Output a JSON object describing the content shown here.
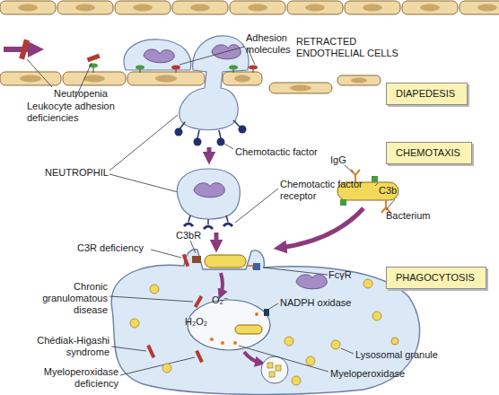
{
  "diagram": {
    "nodes": [
      {
        "text": [
          "DIAPEDESIS"
        ]
      },
      {
        "text": [
          "CHEMOTAXIS"
        ]
      },
      {
        "text": [
          "PHAGOCYTOSIS"
        ]
      }
    ],
    "labels": [
      "Neutropenia",
      "Adhesion molecules",
      "RETRACTED ENDOTHELIAL CELLS",
      "Leukocyte adhesion deficiencies",
      "Chemotactic factor",
      "NEUTROPHIL",
      "Chemotactic factor receptor",
      "C3bR",
      "IgG",
      "C3b",
      "Bacterium",
      "C3R deficiency",
      "FcγR",
      "Chronic granulomatous disease",
      "NADPH oxidase",
      "O₂⁻",
      "H₂O₂",
      "Chédiak-Higashi syndrome",
      "Myeloperoxidase deficiency",
      "Lysosomal granule",
      "Myeloperoxidase"
    ]
  }
}
